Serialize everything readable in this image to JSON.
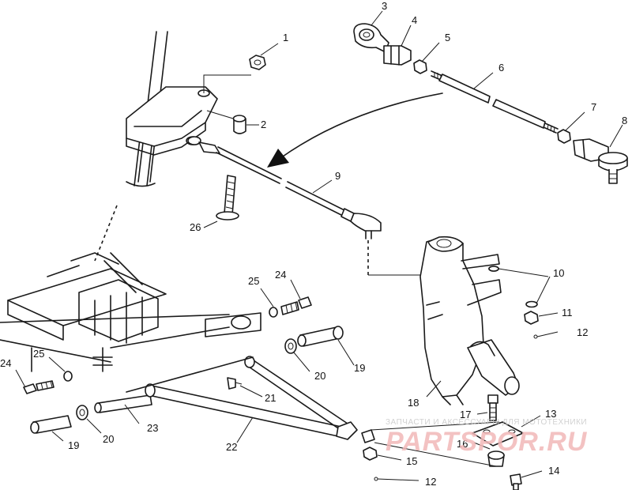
{
  "diagram": {
    "callouts": [
      "1",
      "2",
      "3",
      "4",
      "5",
      "6",
      "7",
      "8",
      "9",
      "10",
      "11",
      "12",
      "12",
      "13",
      "14",
      "15",
      "16",
      "17",
      "18",
      "19",
      "19",
      "20",
      "20",
      "21",
      "22",
      "23",
      "24",
      "24",
      "25",
      "25",
      "26"
    ]
  },
  "watermark": {
    "subtitle": "ЗАПЧАСТИ И АКСЕССУАРЫ ДЛЯ МОТОТЕХНИКИ",
    "brand": "PARTSPOR.RU",
    "color": "#f2b8b8",
    "subtitle_color": "#c9c9c9"
  }
}
